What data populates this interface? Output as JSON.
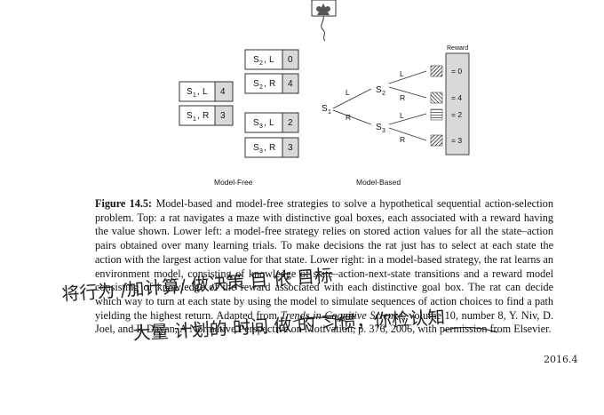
{
  "model_free": {
    "title": "Model-Free",
    "left_rows": [
      {
        "state": "S",
        "sub": "1",
        "action": "L",
        "value": "4"
      },
      {
        "state": "S",
        "sub": "1",
        "action": "R",
        "value": "3"
      }
    ],
    "top_rows": [
      {
        "state": "S",
        "sub": "2",
        "action": "L",
        "value": "0"
      },
      {
        "state": "S",
        "sub": "2",
        "action": "R",
        "value": "4"
      }
    ],
    "bottom_rows": [
      {
        "state": "S",
        "sub": "3",
        "action": "L",
        "value": "2"
      },
      {
        "state": "S",
        "sub": "3",
        "action": "R",
        "value": "3"
      }
    ]
  },
  "model_based": {
    "title": "Model-Based",
    "reward_label": "Reward",
    "s1": {
      "state": "S",
      "sub": "1"
    },
    "s2": {
      "state": "S",
      "sub": "2"
    },
    "s3": {
      "state": "S",
      "sub": "3"
    },
    "action_L": "L",
    "action_R": "R",
    "rewards": [
      "= 0",
      "= 4",
      "= 2",
      "= 3"
    ]
  },
  "caption": {
    "label": "Figure 14.5:",
    "text_1": "Model-based and model-free strategies to solve a hypothetical sequential action-selection problem. Top: a rat navigates a maze with distinctive goal boxes, each associated with a reward having the value shown. Lower left: a model-free strategy relies on stored action values for all the state–action pairs obtained over many learning trials. To make decisions the rat just has to select at each state the action with the largest action value for that state. Lower right: in a model-based strategy, the rat learns an environment model, consisting of knowledge of state–action-next-state transitions and a reward model consisting of knowledge of the reward associated with each distinctive goal box. The rat can decide which way to turn at each state by using the model to simulate sequences of action choices to find a path yielding the highest return. Adapted from ",
    "journal": "Trends in Cognitive Science",
    "text_2": ", volume 10, number 8, Y. Niv, D. Joel, and P. Dayan, A Normative Perspective on Motivation, p. 376, 2006, with permission from Elsevier."
  },
  "handwriting": {
    "line_1": "将行为 /加计算/ 做决策 目 依 目标",
    "line_2": "大量 计划的 时间 做 的 习惯，你检认知",
    "date": "2016.4"
  }
}
